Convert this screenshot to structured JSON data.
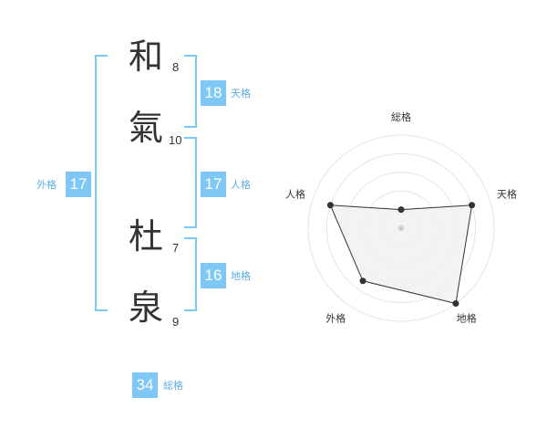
{
  "name": {
    "chars": [
      {
        "char": "和",
        "strokes": "8"
      },
      {
        "char": "氣",
        "strokes": "10"
      },
      {
        "char": "杜",
        "strokes": "7"
      },
      {
        "char": "泉",
        "strokes": "9"
      }
    ]
  },
  "fortunes": {
    "tenkaku": {
      "value": "18",
      "label": "天格"
    },
    "jinkaku": {
      "value": "17",
      "label": "人格"
    },
    "chikaku": {
      "value": "16",
      "label": "地格"
    },
    "gaikaku": {
      "value": "17",
      "label": "外格"
    },
    "soukaku": {
      "value": "34",
      "label": "総格"
    }
  },
  "colors": {
    "accent": "#7fc7f5",
    "label_text": "#5aaee6",
    "kanji_text": "#333333",
    "radar_fill": "#f1f1f1",
    "radar_line": "#333333",
    "grid": "#e5e5e5"
  },
  "chart_data": {
    "type": "radar",
    "axes": [
      "総格",
      "天格",
      "地格",
      "外格",
      "人格"
    ],
    "values": [
      1,
      4,
      5,
      3.5,
      4
    ],
    "range": [
      0,
      5
    ],
    "rings": 5
  }
}
